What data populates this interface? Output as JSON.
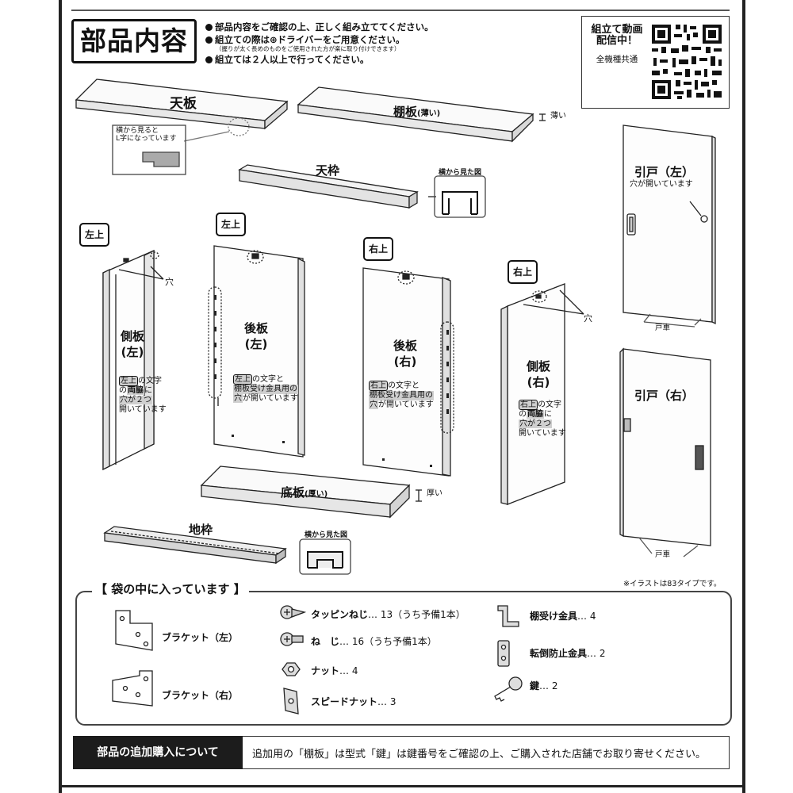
{
  "header": {
    "title": "部品内容",
    "notes": [
      "部品内容をご確認の上、正しく組み立ててください。",
      "組立ての際は⊕ドライバーをご用意ください。",
      "組立ては２人以上で行ってください。"
    ],
    "note_sub": "（握りが太く長めのものをご使用された方が楽に取り付けできます）"
  },
  "qr": {
    "line1": "組立て動画",
    "line2": "配信中！",
    "caption": "全機種共通"
  },
  "parts": {
    "top_panel": "天板",
    "top_panel_note_line1": "横から見ると",
    "top_panel_note_line2": "L字になっています",
    "shelf": "棚板",
    "shelf_sub": "(薄い)",
    "shelf_thickness": "薄い",
    "top_frame": "天枠",
    "side_view_label": "横から見た図",
    "side_left_line1": "側板",
    "side_left_line2": "(左)",
    "back_left_line1": "後板",
    "back_left_line2": "(左)",
    "back_right_line1": "後板",
    "back_right_line2": "(右)",
    "side_right_line1": "側板",
    "side_right_line2": "(右)",
    "door_left": "引戸（左）",
    "door_left_note": "穴が開いています",
    "door_right": "引戸（右）",
    "door_wheel": "戸車",
    "bottom_panel": "底板",
    "bottom_panel_sub": "(厚い)",
    "bottom_thickness": "厚い",
    "base_frame": "地枠",
    "hole": "穴",
    "tag_left_top": "左上",
    "tag_right_top": "右上",
    "side_note_a": "の文字",
    "side_note_b_pre": "の",
    "side_note_b_em": "両脇",
    "side_note_b_post": "に",
    "side_note_c": "穴が２つ",
    "side_note_d": "開いています",
    "back_note_a": "の文字と",
    "back_note_b": "棚板受け金具用の",
    "back_note_c_em": "穴",
    "back_note_c_post": "が開いています"
  },
  "illustration_note": "※イラストは83タイプです。",
  "bag": {
    "title": "【 袋の中に入っています 】",
    "items": [
      {
        "name": "ブラケット（左）",
        "qty": ""
      },
      {
        "name": "ブラケット（右）",
        "qty": ""
      },
      {
        "name": "タッピンねじ",
        "qty": "… 13（うち予備1本）"
      },
      {
        "name": "ね　じ",
        "qty": "… 16（うち予備1本）"
      },
      {
        "name": "ナット",
        "qty": "… 4"
      },
      {
        "name": "スピードナット",
        "qty": "… 3"
      },
      {
        "name": "棚受け金具",
        "qty": "… 4"
      },
      {
        "name": "転倒防止金具",
        "qty": "… 2"
      },
      {
        "name": "鍵",
        "qty": "… 2"
      }
    ]
  },
  "footer": {
    "heading": "部品の追加購入について",
    "text": "追加用の「棚板」は型式「鍵」は鍵番号をご確認の上、ご購入された店舗でお取り寄せください。"
  }
}
